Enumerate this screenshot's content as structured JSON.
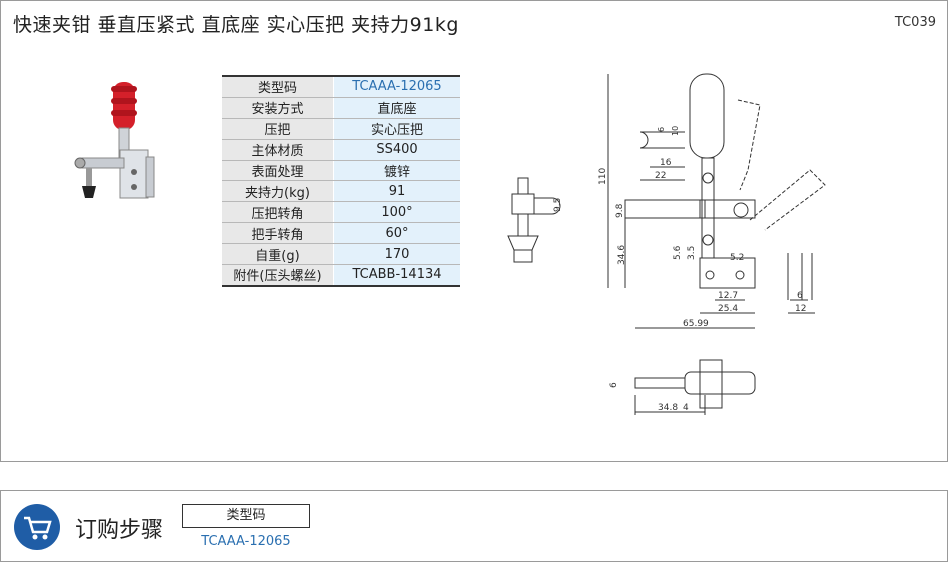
{
  "header": {
    "title": "快速夹钳  垂直压紧式  直底座  实心压把  夹持力91kg",
    "code": "TC039"
  },
  "spec_table": [
    {
      "key": "类型码",
      "value": "TCAAA-12065",
      "link": true
    },
    {
      "key": "安装方式",
      "value": "直底座"
    },
    {
      "key": "压把",
      "value": "实心压把"
    },
    {
      "key": "主体材质",
      "value": "SS400"
    },
    {
      "key": "表面处理",
      "value": "镀锌"
    },
    {
      "key": "夹持力(kg)",
      "value": "91"
    },
    {
      "key": "压把转角",
      "value": "100°"
    },
    {
      "key": "把手转角",
      "value": "60°"
    },
    {
      "key": "自重(g)",
      "value": "170"
    },
    {
      "key": "附件(压头螺丝)",
      "value": "TCABB-14134"
    }
  ],
  "dimensions": {
    "d110": "110",
    "d9_8": "9.8",
    "d34_6": "34.6",
    "d5_6": "5.6",
    "d3_5": "3.5",
    "d5_2": "5.2",
    "d12_7": "12.7",
    "d25_4": "25.4",
    "d65_99": "65.99",
    "d6a": "6",
    "d10": "10",
    "d16": "16",
    "d22": "22",
    "d9_5": "9.5",
    "d6b": "6",
    "d12": "12",
    "d6c": "6",
    "d34_8": "34.8",
    "d4": "4"
  },
  "order": {
    "title": "订购步骤",
    "type_label": "类型码",
    "type_value": "TCAAA-12065"
  },
  "colors": {
    "accent": "#1f5da6",
    "link": "#2a6fb0",
    "handle": "#d4202a"
  }
}
